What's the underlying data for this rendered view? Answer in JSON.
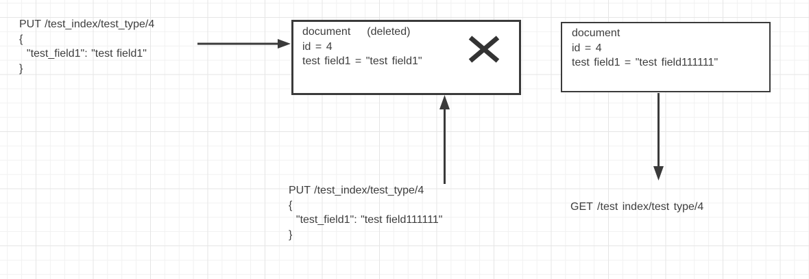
{
  "colors": {
    "ink": "#3d3d3d",
    "box_border": "#3a3a3a",
    "arrow": "#3a3a3a",
    "grid_minor": "#f1f1f1",
    "grid_major": "#e5e5e5",
    "background": "#ffffff"
  },
  "requests": {
    "put_initial": {
      "lines": [
        "PUT /test_index/test_type/4",
        "{",
        "  \"test_field1\": \"test field1\"",
        "}"
      ]
    },
    "put_update": {
      "lines": [
        "PUT /test_index/test_type/4",
        "{",
        "  \"test_field1\": \"test field111111\"",
        "}"
      ]
    },
    "get": {
      "label": "GET /test index/test type/4"
    }
  },
  "documents": {
    "deleted": {
      "title": "document",
      "status": "(deleted)",
      "id_line": "id = 4",
      "field_line": "test field1 = \"test field1\""
    },
    "current": {
      "title": "document",
      "id_line": "id = 4",
      "field_line": "test field1 = \"test field111111\""
    }
  },
  "icons": {
    "delete_cross": "x-mark",
    "arrow_right": "right-arrow",
    "arrow_up": "up-arrow",
    "arrow_down": "down-arrow"
  }
}
